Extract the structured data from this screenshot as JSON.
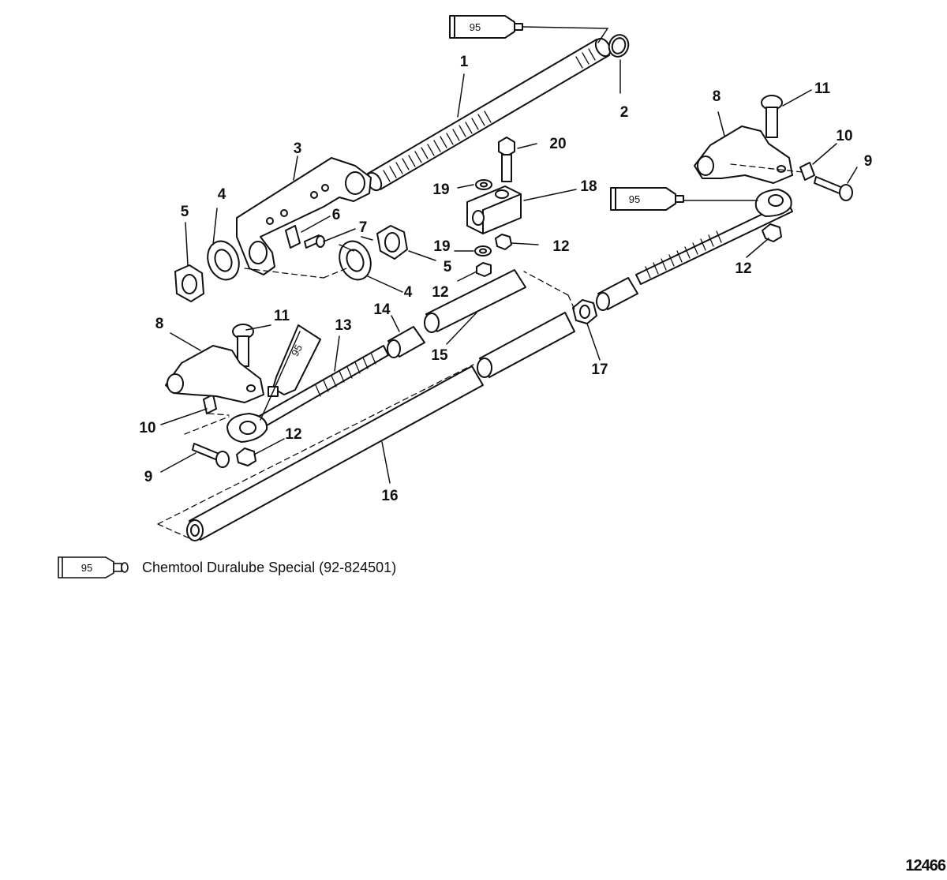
{
  "callouts": [
    {
      "id": "c1",
      "text": "1"
    },
    {
      "id": "c2",
      "text": "2"
    },
    {
      "id": "c3",
      "text": "3"
    },
    {
      "id": "c4a",
      "text": "4"
    },
    {
      "id": "c4b",
      "text": "4"
    },
    {
      "id": "c5a",
      "text": "5"
    },
    {
      "id": "c5b",
      "text": "5"
    },
    {
      "id": "c6",
      "text": "6"
    },
    {
      "id": "c7",
      "text": "7"
    },
    {
      "id": "c8a",
      "text": "8"
    },
    {
      "id": "c8b",
      "text": "8"
    },
    {
      "id": "c9a",
      "text": "9"
    },
    {
      "id": "c9b",
      "text": "9"
    },
    {
      "id": "c10a",
      "text": "10"
    },
    {
      "id": "c10b",
      "text": "10"
    },
    {
      "id": "c11a",
      "text": "11"
    },
    {
      "id": "c11b",
      "text": "11"
    },
    {
      "id": "c12a",
      "text": "12"
    },
    {
      "id": "c12b",
      "text": "12"
    },
    {
      "id": "c12c",
      "text": "12"
    },
    {
      "id": "c12d",
      "text": "12"
    },
    {
      "id": "c13",
      "text": "13"
    },
    {
      "id": "c14",
      "text": "14"
    },
    {
      "id": "c15",
      "text": "15"
    },
    {
      "id": "c16",
      "text": "16"
    },
    {
      "id": "c17",
      "text": "17"
    },
    {
      "id": "c18",
      "text": "18"
    },
    {
      "id": "c19a",
      "text": "19"
    },
    {
      "id": "c19b",
      "text": "19"
    },
    {
      "id": "c20",
      "text": "20"
    }
  ],
  "lubricant_tube_number": "95",
  "legend": {
    "tube_number": "95",
    "text": "Chemtool Duralube Special (92-824501)"
  },
  "drawing_id": "12466"
}
